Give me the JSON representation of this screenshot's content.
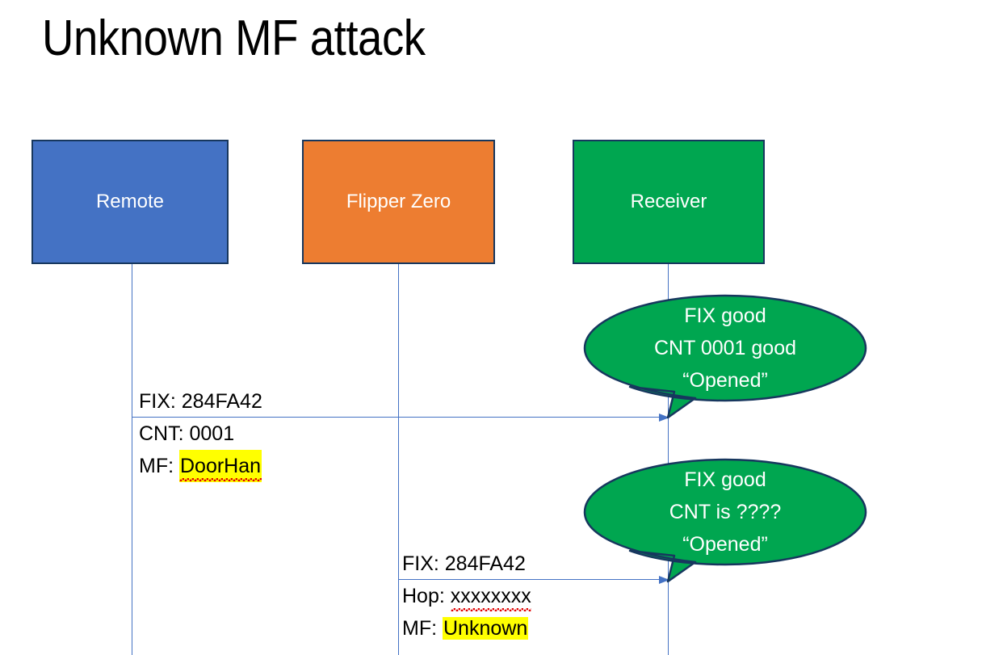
{
  "slide": {
    "title": "Unknown MF attack",
    "background": "#FFFFFF"
  },
  "colors": {
    "remote_fill": "#4472C4",
    "flipper_fill": "#ED7D31",
    "receiver_fill": "#00A650",
    "box_border": "#17375E",
    "lifeline": "#4472C4",
    "arrow": "#4472C4",
    "highlight": "#FFFF00",
    "bubble_fill": "#00A650",
    "bubble_border": "#17375E",
    "spellcheck_underline": "#E00000"
  },
  "actors": [
    {
      "id": "remote",
      "label": "Remote"
    },
    {
      "id": "flipper",
      "label": "Flipper Zero"
    },
    {
      "id": "receiver",
      "label": "Receiver"
    }
  ],
  "messages": [
    {
      "id": "msg1",
      "from": "remote",
      "to": "receiver",
      "lines": {
        "fix": "FIX: 284FA42",
        "cnt": "CNT: 0001",
        "mf_prefix": "MF: ",
        "mf_value": "DoorHan"
      }
    },
    {
      "id": "msg2",
      "from": "flipper",
      "to": "receiver",
      "lines": {
        "fix": "FIX: 284FA42",
        "hop_prefix": "Hop: ",
        "hop_value": "xxxxxxxx",
        "mf_prefix": "MF: ",
        "mf_value": "Unknown"
      }
    }
  ],
  "bubbles": [
    {
      "id": "bubble1",
      "owner": "receiver",
      "line1": "FIX good",
      "line2": "CNT 0001 good",
      "line3": "“Opened”"
    },
    {
      "id": "bubble2",
      "owner": "receiver",
      "line1": "FIX good",
      "line2": "CNT is ????",
      "line3": "“Opened”"
    }
  ]
}
